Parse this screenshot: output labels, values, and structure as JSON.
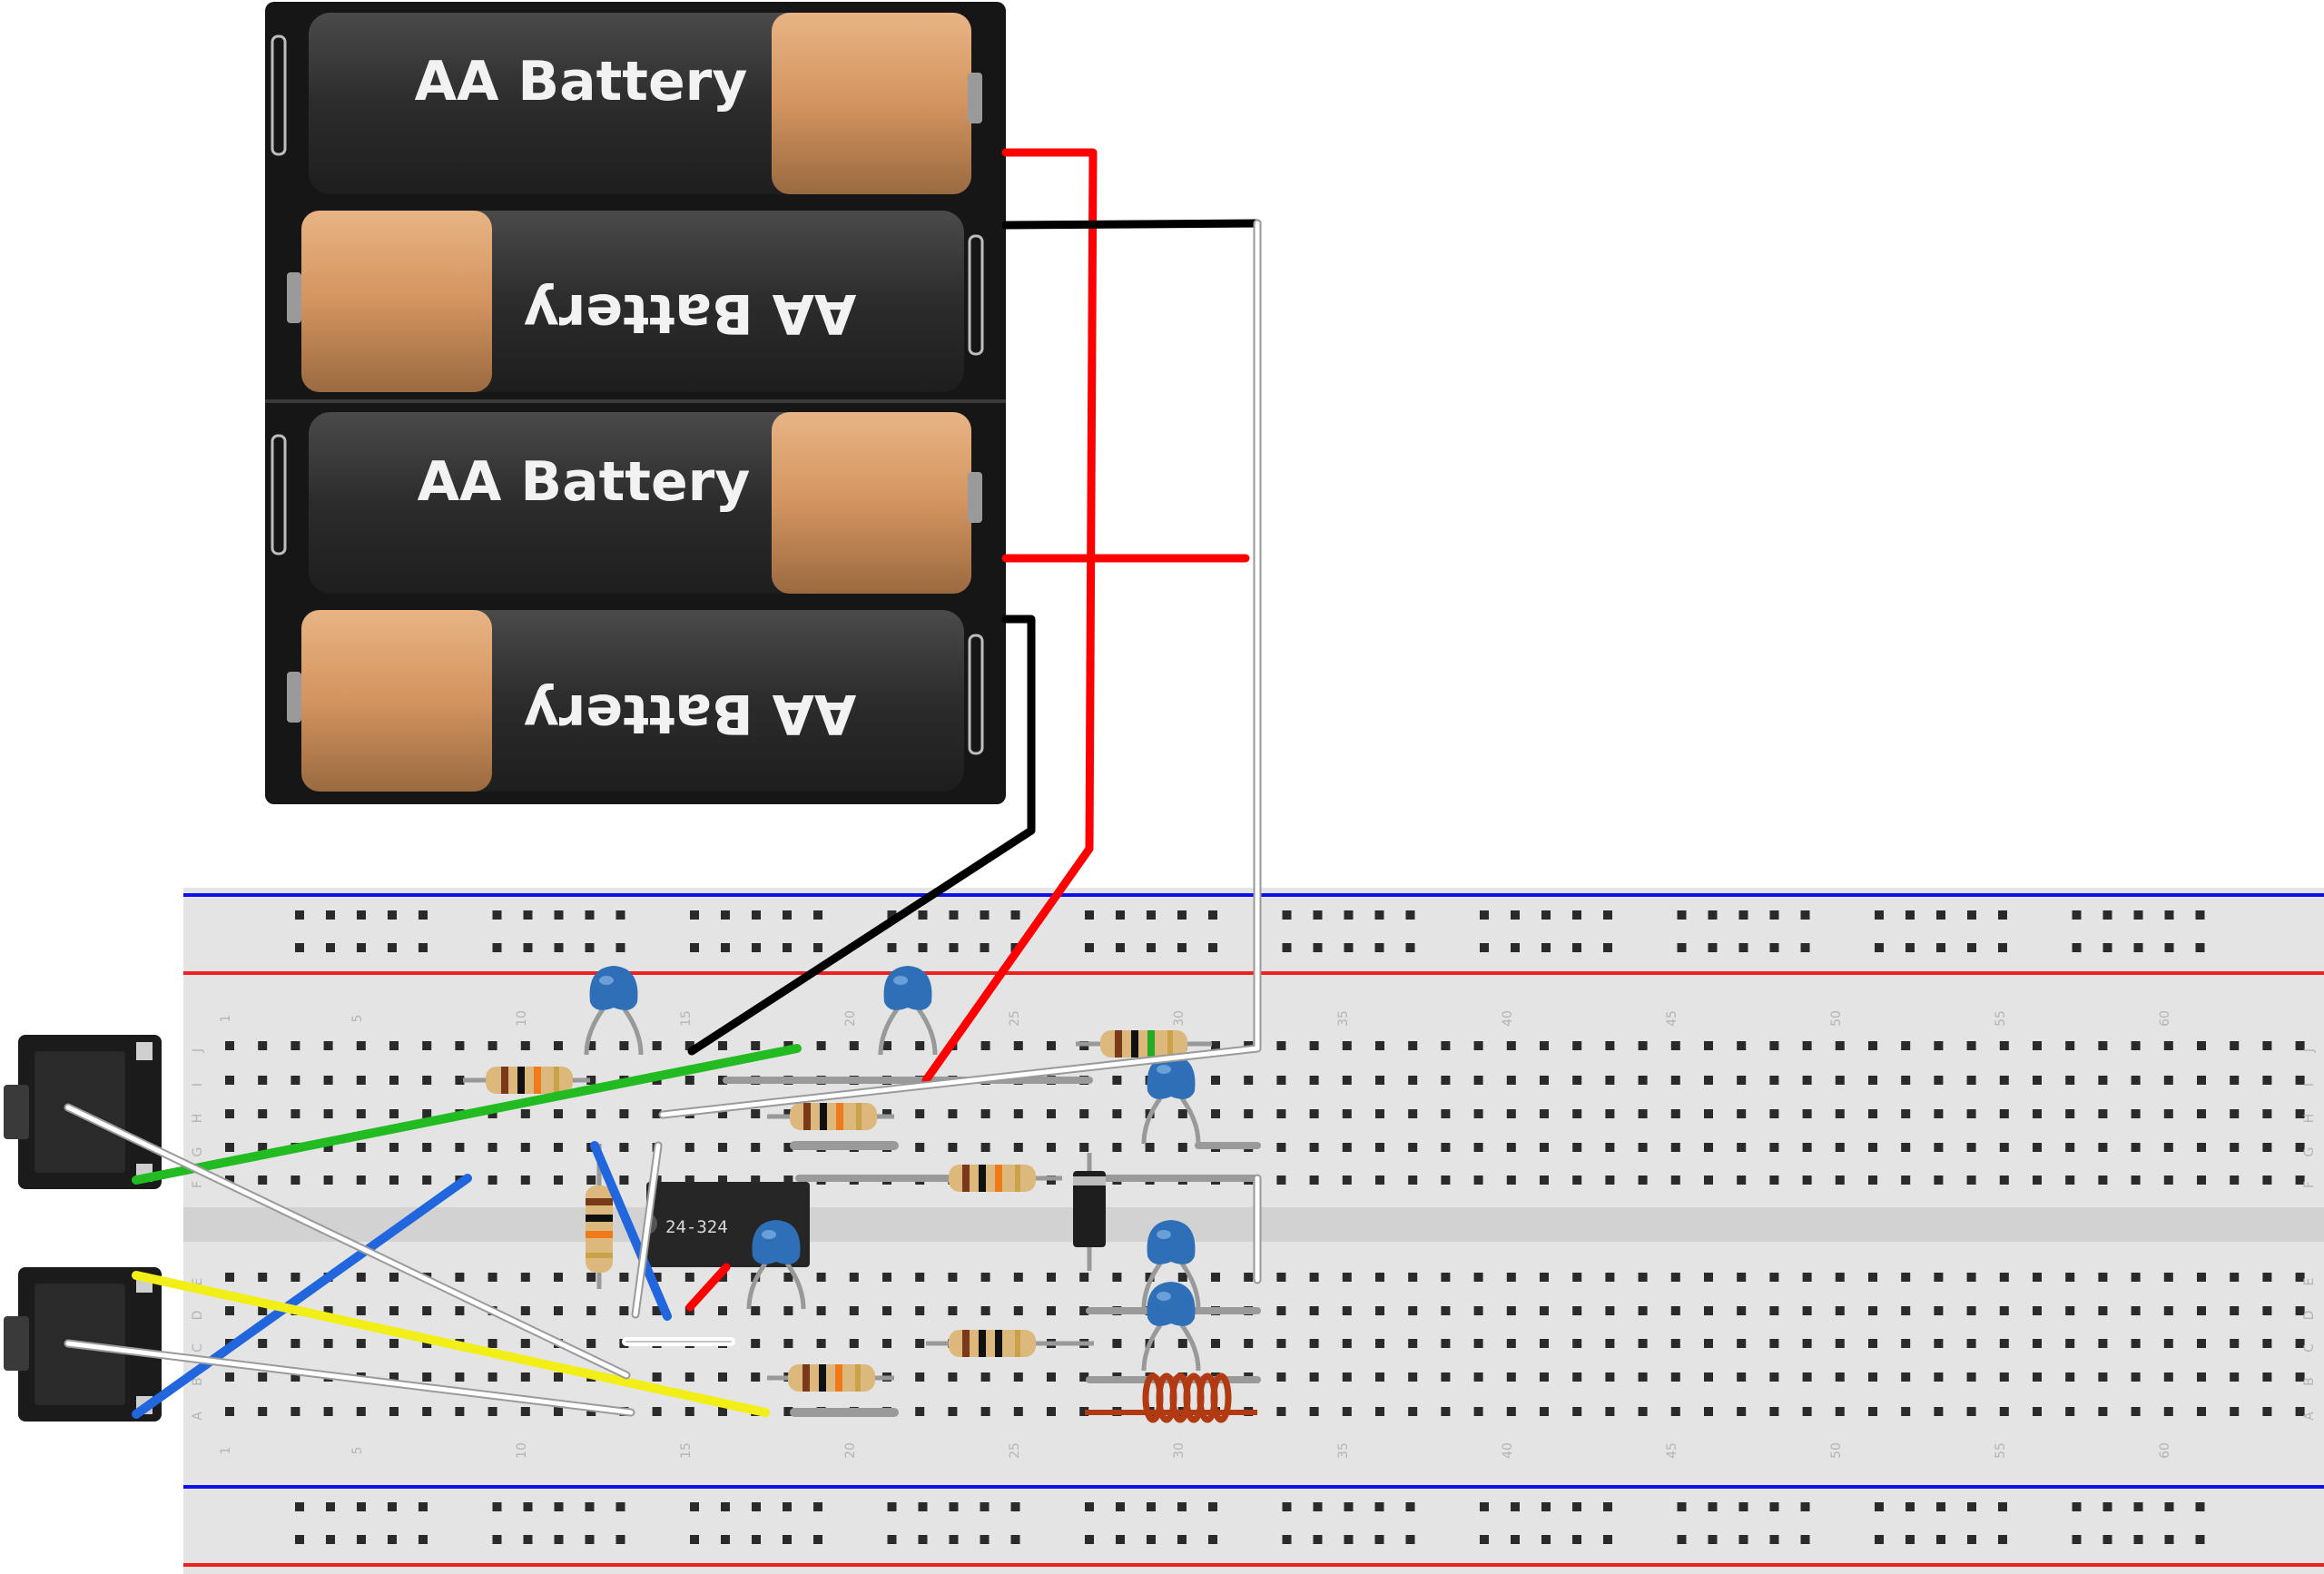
{
  "battery_pack": {
    "cells": [
      {
        "label": "AA Battery",
        "orientation": "normal"
      },
      {
        "label": "AA Battery",
        "orientation": "inverted"
      },
      {
        "label": "AA Battery",
        "orientation": "normal"
      },
      {
        "label": "AA Battery",
        "orientation": "inverted"
      }
    ]
  },
  "chip": {
    "label": "24-324"
  },
  "breadboard": {
    "column_numbers": [
      "1",
      "5",
      "10",
      "15",
      "20",
      "25",
      "30",
      "35",
      "40",
      "45",
      "50",
      "55",
      "60"
    ],
    "row_letters_top": [
      "J",
      "I",
      "H",
      "G",
      "F"
    ],
    "row_letters_bottom": [
      "E",
      "D",
      "C",
      "B",
      "A"
    ]
  },
  "colors": {
    "wire_red": "#ff0000",
    "wire_black": "#000000",
    "wire_white": "#f0f0f0",
    "wire_green": "#22bb22",
    "wire_blue": "#2266dd",
    "wire_yellow": "#f2ee18",
    "battery_copper": "#d0905a",
    "battery_body": "#2e2e2e",
    "capacitor": "#2f6fb8",
    "rail_blue": "#1010ee",
    "rail_red": "#ee2020"
  }
}
